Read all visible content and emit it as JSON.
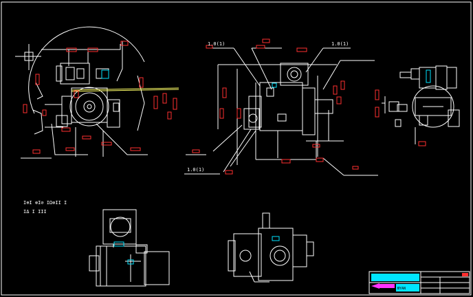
{
  "drawing": {
    "background": "#000000",
    "line_color": "#ffffff",
    "dimension_color": "#ff3030",
    "highlight_color": "#00e5ff",
    "accent_color": "#ffff66",
    "title_block_color": "#ff33ff"
  },
  "labels": {
    "front_top": "1.0(1)",
    "front_top_right": "1.0(1)",
    "front_bottom_left": "1.0(1)",
    "bottom_left_row1": "Ι⊕Ι ⊗Ι⊘ ΙΩ⊗ΙΙ Ι",
    "bottom_left_row2": "ΙΔ Ι ΙΙΙ"
  },
  "title_block": {
    "logo_text": "ЮYAN"
  }
}
